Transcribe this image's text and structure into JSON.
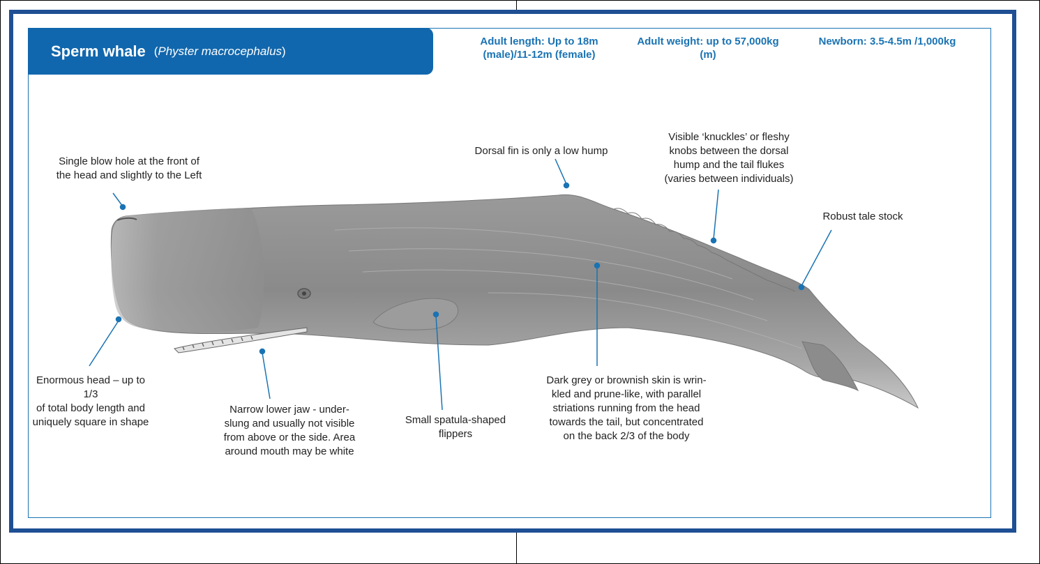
{
  "header": {
    "common_name": "Sperm whale",
    "sci_open": "(",
    "scientific_name": "Physter macrocephalus",
    "sci_close": ")"
  },
  "stats": {
    "length_line1": "Adult length: Up to 18m",
    "length_line2": "(male)/11-12m (female)",
    "weight_line1": "Adult weight: up to 57,000kg",
    "weight_line2": "(m)",
    "newborn": "Newborn: 3.5-4.5m /1,000kg"
  },
  "labels": {
    "blowhole": [
      "Single blow hole at the  front of",
      "the head and slightly to the Left"
    ],
    "dorsal": [
      "Dorsal fin is only a low hump"
    ],
    "knuckles": [
      "Visible ‘knuckles’ or fleshy",
      "knobs between the dorsal",
      "hump and the tail flukes",
      "(varies between individuals)"
    ],
    "tailstock": [
      "Robust tale stock"
    ],
    "head": [
      "Enormous head – up to 1/3",
      "of total body length and",
      "uniquely square in shape"
    ],
    "jaw": [
      "Narrow lower jaw  - under-",
      "slung and usually not visible",
      "from above or the side.  Area",
      "around mouth may be white"
    ],
    "flippers": [
      "Small spatula-shaped",
      "flippers"
    ],
    "skin": [
      "Dark grey or brownish skin is wrin-",
      "kled and prune-like, with parallel",
      "striations running from the head",
      "towards the tail, but concentrated",
      "on the back 2/3 of the body"
    ]
  },
  "colors": {
    "frame": "#1f4f94",
    "accent": "#1167ad",
    "text_accent": "#1a73b3",
    "whale_body": "#8e8e8e"
  }
}
